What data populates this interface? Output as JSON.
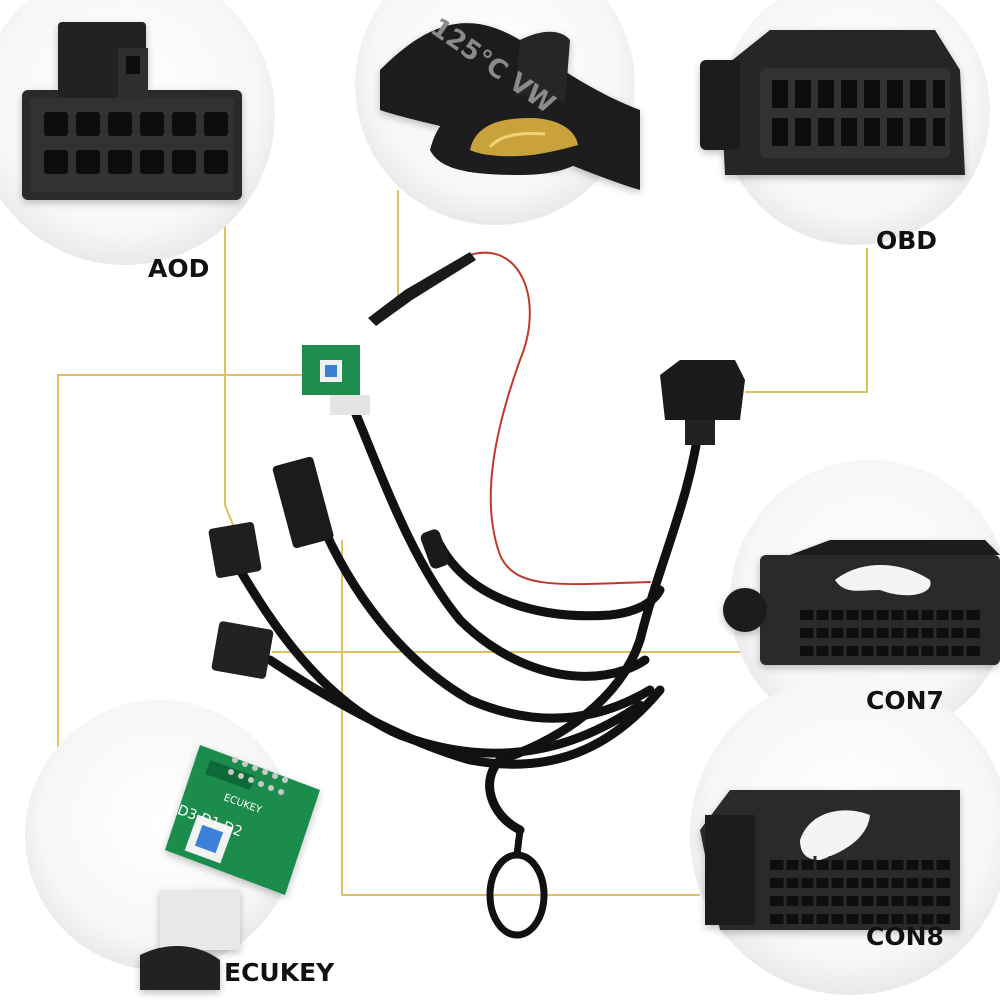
{
  "labels": {
    "aod": "AOD",
    "obd": "OBD",
    "con7": "CON7",
    "con8": "CON8",
    "ecukey": "ECUKEY"
  },
  "inset_text": {
    "heat_shrink": "125°C VW",
    "pcb_name": "ECUKEY",
    "pcb_pins": "D3 D1 D2"
  },
  "colors": {
    "background": "#ffffff",
    "leader_line": "#e0c060",
    "cable": "#111111",
    "red_wire": "#c0392b",
    "pcb_green": "#1e8c4e",
    "pcb_button": "#3a7fd6",
    "connector": "#232323"
  }
}
